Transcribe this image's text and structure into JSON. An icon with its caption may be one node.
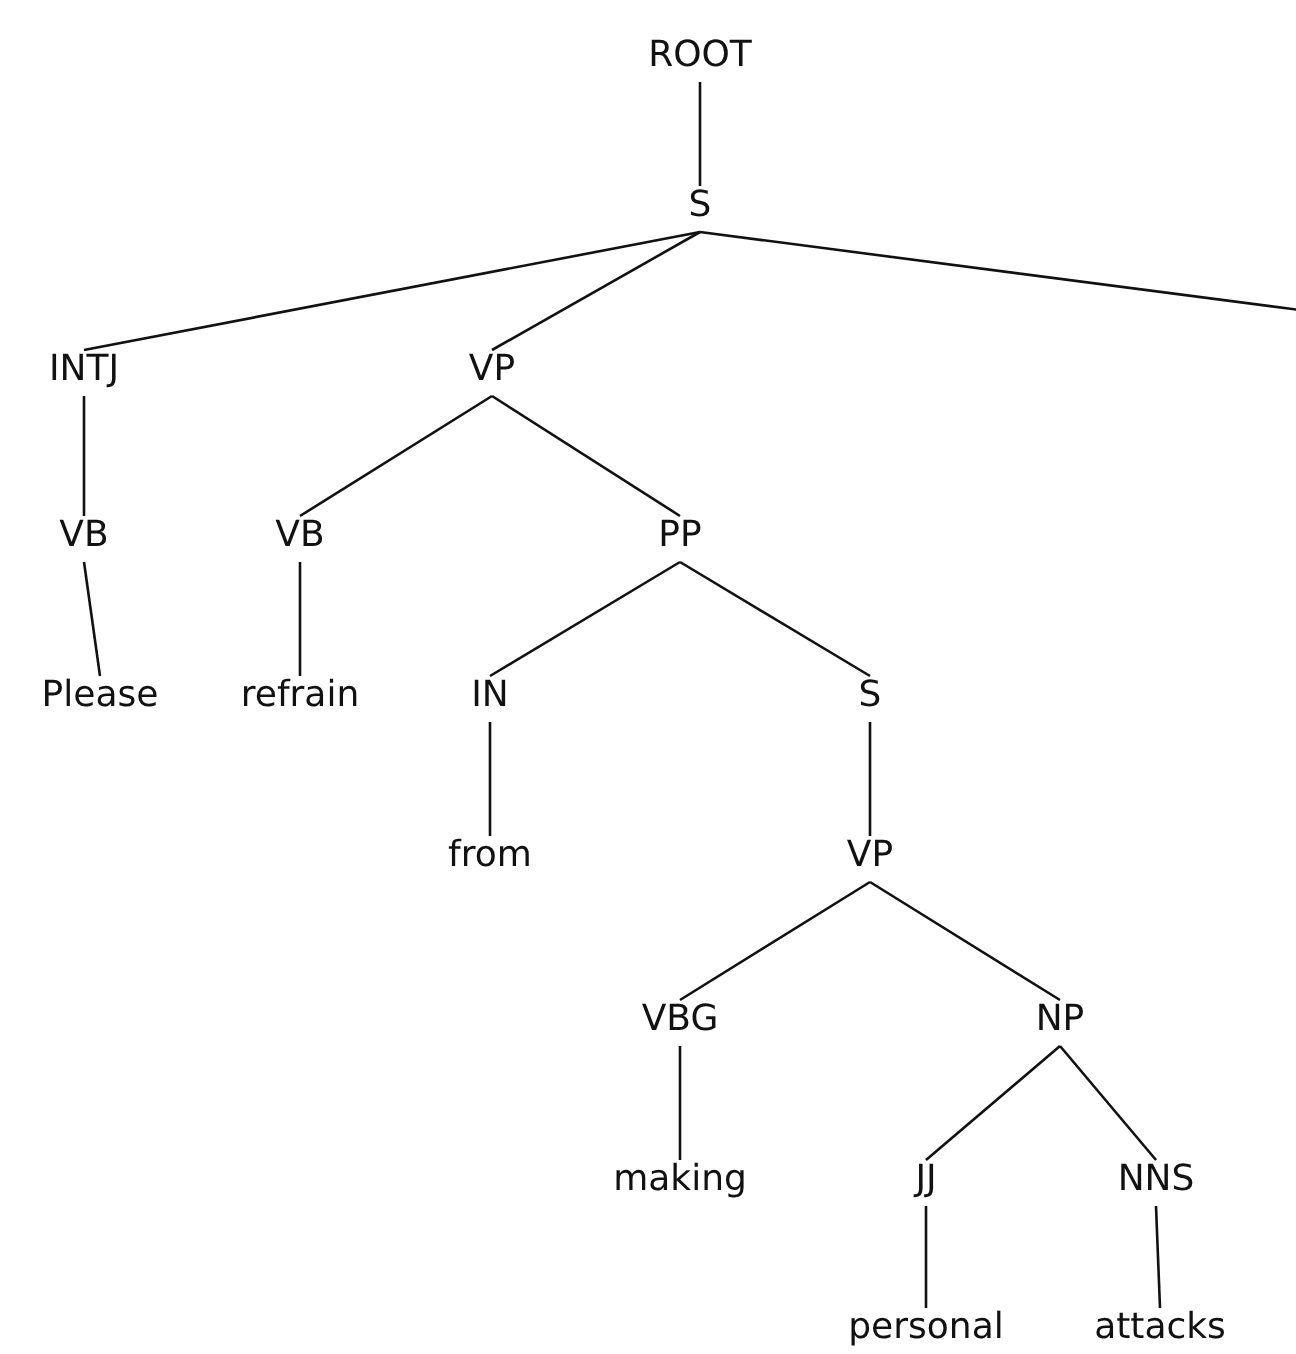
{
  "diagram": {
    "nodes": [
      {
        "text": [
          "ROOT"
        ]
      },
      {
        "text": [
          "S"
        ]
      },
      {
        "text": [
          "INTJ"
        ]
      },
      {
        "text": [
          "VP"
        ]
      },
      {
        "text": [
          "VB"
        ]
      },
      {
        "text": [
          "VB"
        ]
      },
      {
        "text": [
          "PP"
        ]
      },
      {
        "text": [
          "Please"
        ]
      },
      {
        "text": [
          "refrain"
        ]
      },
      {
        "text": [
          "IN"
        ]
      },
      {
        "text": [
          "S"
        ]
      },
      {
        "text": [
          "from"
        ]
      },
      {
        "text": [
          "VP"
        ]
      },
      {
        "text": [
          "VBG"
        ]
      },
      {
        "text": [
          "NP"
        ]
      },
      {
        "text": [
          "making"
        ]
      },
      {
        "text": [
          "JJ"
        ]
      },
      {
        "text": [
          "NNS"
        ]
      },
      {
        "text": [
          "personal"
        ]
      },
      {
        "text": [
          "attacks"
        ]
      }
    ],
    "edges": [
      {
        "from": 0,
        "to": 1,
        "arrow": "none"
      },
      {
        "from": 1,
        "to": 2,
        "arrow": "none"
      },
      {
        "from": 1,
        "to": 3,
        "arrow": "none"
      },
      {
        "from": 1,
        "to": null,
        "arrow": "none"
      },
      {
        "from": 2,
        "to": 4,
        "arrow": "none"
      },
      {
        "from": 3,
        "to": 5,
        "arrow": "none"
      },
      {
        "from": 3,
        "to": 6,
        "arrow": "none"
      },
      {
        "from": 4,
        "to": 7,
        "arrow": "none"
      },
      {
        "from": 5,
        "to": 8,
        "arrow": "none"
      },
      {
        "from": 6,
        "to": 9,
        "arrow": "none"
      },
      {
        "from": 6,
        "to": 10,
        "arrow": "none"
      },
      {
        "from": 9,
        "to": 11,
        "arrow": "none"
      },
      {
        "from": 10,
        "to": 12,
        "arrow": "none"
      },
      {
        "from": 12,
        "to": 13,
        "arrow": "none"
      },
      {
        "from": 12,
        "to": 14,
        "arrow": "none"
      },
      {
        "from": 13,
        "to": 15,
        "arrow": "none"
      },
      {
        "from": 14,
        "to": 16,
        "arrow": "none"
      },
      {
        "from": 14,
        "to": 17,
        "arrow": "none"
      },
      {
        "from": 16,
        "to": 18,
        "arrow": "none"
      },
      {
        "from": 17,
        "to": 19,
        "arrow": "none"
      }
    ]
  }
}
